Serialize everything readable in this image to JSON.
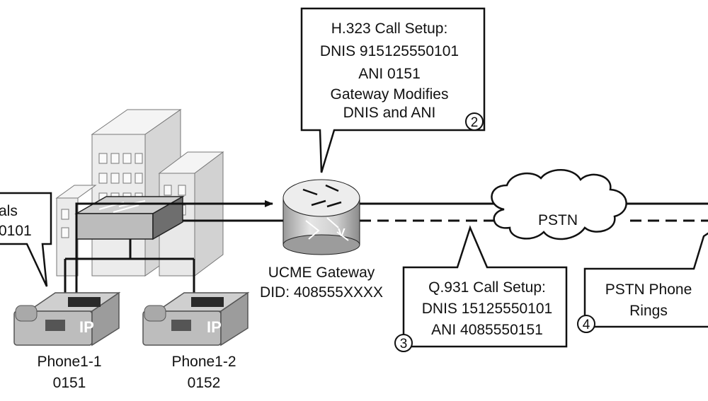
{
  "callout_left": {
    "lines": [
      "als",
      "0101"
    ]
  },
  "callout_h323": {
    "lines": [
      "H.323 Call Setup:",
      "DNIS 915125550101",
      "ANI 0151",
      "Gateway Modifies",
      "DNIS and ANI"
    ],
    "step": "2"
  },
  "callout_q931": {
    "lines": [
      "Q.931 Call Setup:",
      "DNIS 15125550101",
      "ANI 4085550151"
    ],
    "step": "3"
  },
  "callout_pstn_phone": {
    "lines": [
      "PSTN Phone",
      "Rings"
    ],
    "step": "4"
  },
  "pstn_cloud": {
    "label": "PSTN"
  },
  "gateway": {
    "lines": [
      "UCME Gateway",
      "DID: 408555XXXX"
    ],
    "router_mark": "V"
  },
  "phones": [
    {
      "name": "Phone1-1",
      "ext": "0151",
      "badge": "IP"
    },
    {
      "name": "Phone1-2",
      "ext": "0152",
      "badge": "IP"
    }
  ],
  "colors": {
    "ink": "#111111",
    "building": "#e4e4e4",
    "switch_top": "#cfcfcf",
    "switch_side": "#6e6e6e",
    "phone": "#bdbdbd"
  }
}
